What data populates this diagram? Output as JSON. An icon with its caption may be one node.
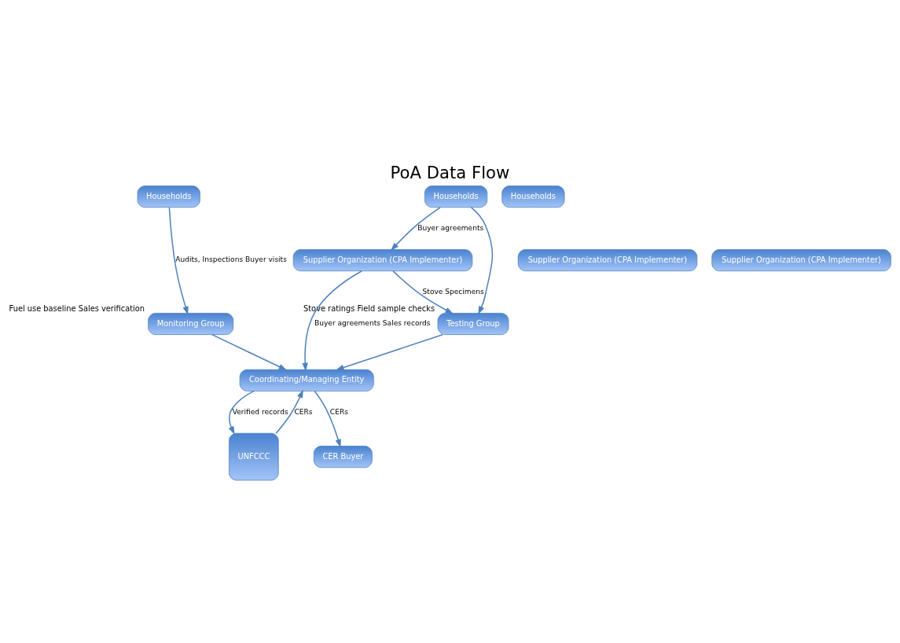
{
  "diagram": {
    "title": "PoA Data Flow",
    "nodes": [
      {
        "text": [
          "Households"
        ]
      },
      {
        "text": [
          "Households"
        ]
      },
      {
        "text": [
          "Households"
        ]
      },
      {
        "text": [
          "Supplier Organization (CPA Implementer)"
        ]
      },
      {
        "text": [
          "Supplier Organization (CPA Implementer)"
        ]
      },
      {
        "text": [
          "Supplier Organization (CPA Implementer)"
        ]
      },
      {
        "text": [
          "Monitoring Group"
        ],
        "beside": [
          "Fuel use baseline Sales verification"
        ]
      },
      {
        "text": [
          "Coordinating/Managing Entity"
        ]
      },
      {
        "text": [
          "Testing Group"
        ],
        "beside": [
          "Stove ratings Field sample checks"
        ]
      },
      {
        "text": [
          "UNFCCC"
        ]
      },
      {
        "text": [
          "CER Buyer"
        ]
      }
    ],
    "edges": [
      {
        "from": 2,
        "to": 5,
        "arrow": "to",
        "label": "Buyer agreements"
      },
      {
        "from": 0,
        "to": 6,
        "arrow": "to",
        "label": "Audits, Inspections Buyer visits"
      },
      {
        "from": 2,
        "to": 8,
        "arrow": "to"
      },
      {
        "from": 5,
        "to": 8,
        "arrow": "to",
        "label": "Stove Specimens"
      },
      {
        "from": 5,
        "to": 7,
        "arrow": "to",
        "label": "Buyer agreements Sales records"
      },
      {
        "from": 6,
        "to": 7,
        "arrow": "to"
      },
      {
        "from": 8,
        "to": 7,
        "arrow": "to"
      },
      {
        "from": 7,
        "to": 9,
        "arrow": "to",
        "label": "Verified records"
      },
      {
        "from": 9,
        "to": 7,
        "arrow": "to",
        "label": "CERs"
      },
      {
        "from": 7,
        "to": 10,
        "arrow": "to",
        "label": "CERs"
      }
    ]
  }
}
